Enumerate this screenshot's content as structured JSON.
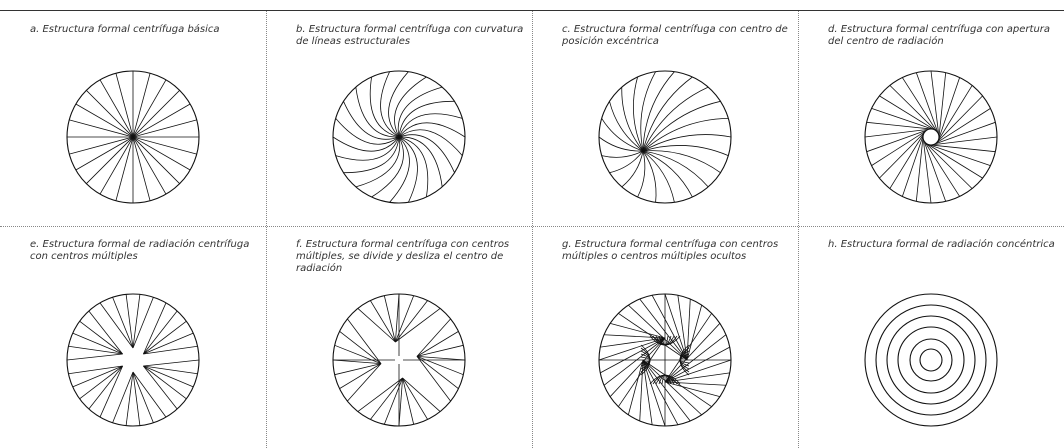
{
  "panels": [
    {
      "id": "a",
      "caption": "a. Estructura formal centrífuga básica",
      "pattern": "basic"
    },
    {
      "id": "b",
      "caption": "b. Estructura formal centrífuga con curvatura de líneas estructurales",
      "pattern": "curved"
    },
    {
      "id": "c",
      "caption": "c. Estructura formal centrífuga con centro de posición excéntrica",
      "pattern": "eccentric"
    },
    {
      "id": "d",
      "caption": "d. Estructura formal centrífuga con apertura del centro de radiación",
      "pattern": "open-center"
    },
    {
      "id": "e",
      "caption": "e. Estructura formal de radiación centrífuga con centros múltiples",
      "pattern": "multi-center"
    },
    {
      "id": "f",
      "caption": "f. Estructura formal centrífuga con centros múltiples, se divide y desliza el centro de radiación",
      "pattern": "split-slide"
    },
    {
      "id": "g",
      "caption": "g. Estructura formal centrífuga con centros múltiples o centros múltiples ocultos",
      "pattern": "hidden-centers"
    },
    {
      "id": "h",
      "caption": "h. Estructura formal de radiación concéntrica",
      "pattern": "concentric"
    }
  ]
}
